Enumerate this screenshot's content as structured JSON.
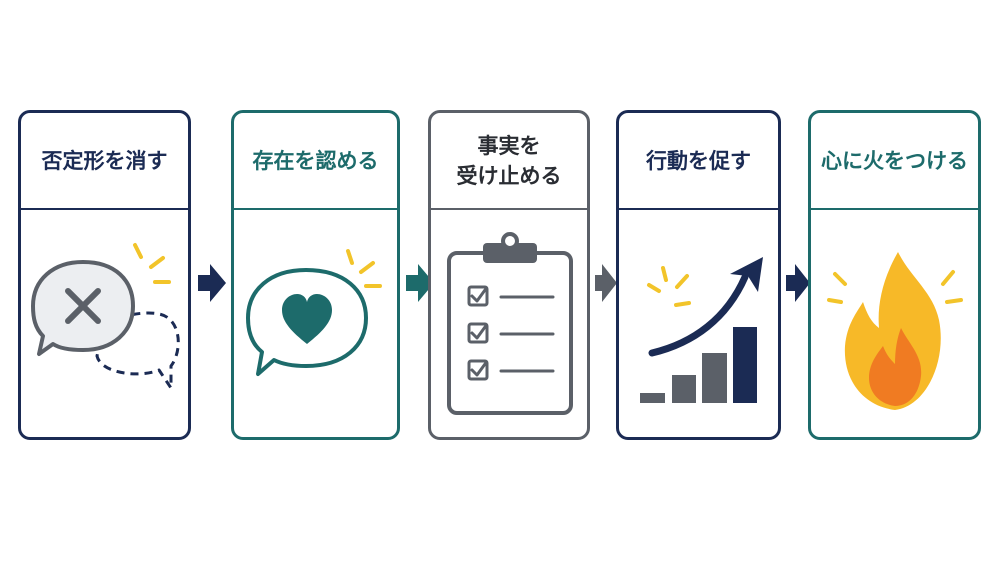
{
  "steps": [
    {
      "title": "否定形を消す",
      "icon": "crossed-out-speech-bubble-icon",
      "color": "#1b2b54"
    },
    {
      "title": "存在を認める",
      "icon": "heart-speech-bubble-icon",
      "color": "#1d6b6b"
    },
    {
      "title_lines": [
        "事実を",
        "受け止める"
      ],
      "icon": "checklist-clipboard-icon",
      "color": "#5b6068"
    },
    {
      "title": "行動を促す",
      "icon": "rising-bar-chart-icon",
      "color": "#1b2b54"
    },
    {
      "title": "心に火をつける",
      "icon": "flame-icon",
      "color": "#1d6b6b"
    }
  ],
  "arrows": [
    {
      "icon": "right-arrow-icon",
      "color": "#1b2b54"
    },
    {
      "icon": "right-arrow-icon",
      "color": "#1d6b6b"
    },
    {
      "icon": "right-arrow-icon",
      "color": "#5b6068"
    },
    {
      "icon": "right-arrow-icon",
      "color": "#1b2b54"
    }
  ],
  "accent_colors": {
    "sparkle": "#f2c42a",
    "flame_outer": "#f7b928",
    "flame_inner": "#f07b22",
    "bubble_fill": "#eceef1"
  }
}
